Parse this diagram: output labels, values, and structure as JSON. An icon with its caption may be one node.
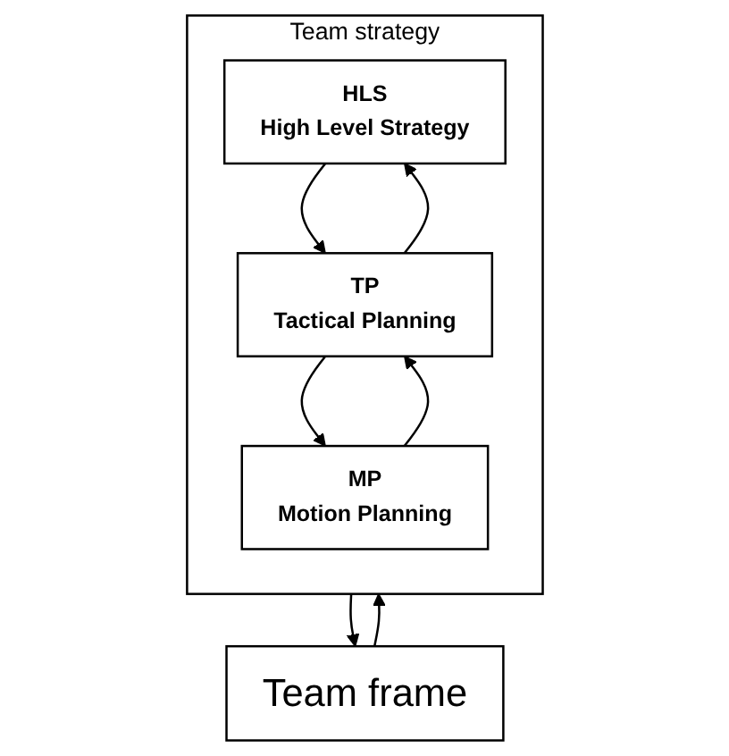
{
  "diagram": {
    "nodes": [
      {
        "text": [
          "Team frame"
        ]
      },
      {
        "text": [
          "Team strategy"
        ]
      },
      {
        "text": [
          "HLS",
          "High Level Strategy"
        ],
        "in": 1
      },
      {
        "text": [
          "TP",
          "Tactical Planning"
        ],
        "in": 1
      },
      {
        "text": [
          "MP",
          "Motion Planning"
        ],
        "in": 1
      }
    ],
    "edges": [
      {
        "from": 1,
        "to": 0,
        "arrow": "to"
      },
      {
        "from": 0,
        "to": 1,
        "arrow": "to"
      },
      {
        "from": 3,
        "to": 2,
        "arrow": "to"
      },
      {
        "from": 2,
        "to": 3,
        "arrow": "to"
      },
      {
        "from": 4,
        "to": 3,
        "arrow": "to"
      },
      {
        "from": 3,
        "to": 4,
        "arrow": "to"
      }
    ]
  }
}
